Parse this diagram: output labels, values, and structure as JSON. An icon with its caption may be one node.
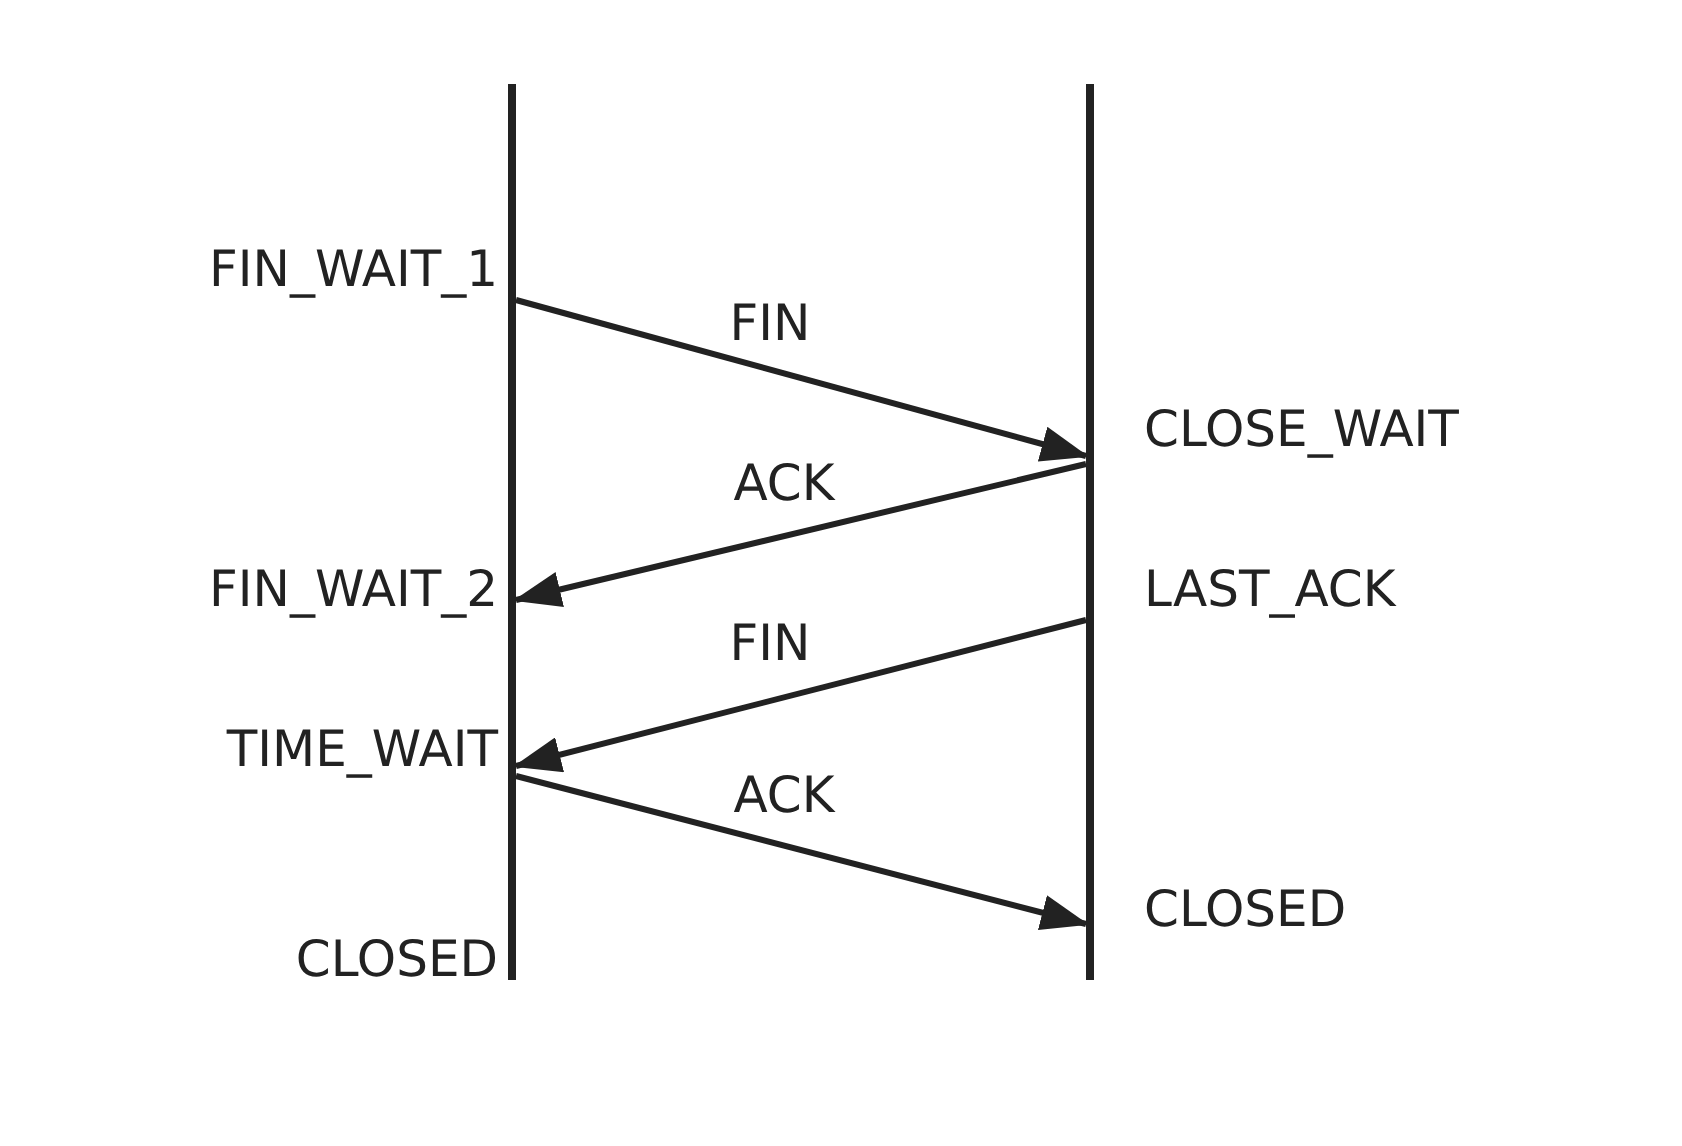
{
  "diagram": {
    "nodes": [
      {
        "text": [],
        "shape": "bar"
      },
      {
        "text": [],
        "shape": "bar"
      }
    ],
    "edges": [
      {
        "from": 0,
        "to": 1,
        "arrow": "to",
        "label": "FIN"
      },
      {
        "from": 1,
        "to": 0,
        "arrow": "to",
        "label": "ACK"
      },
      {
        "from": 1,
        "to": 0,
        "arrow": "to",
        "label": "FIN"
      },
      {
        "from": 0,
        "to": 1,
        "arrow": "to",
        "label": "ACK"
      }
    ],
    "labels": [
      "FIN_WAIT_1",
      "CLOSE_WAIT",
      "FIN_WAIT_2",
      "LAST_ACK",
      "TIME_WAIT",
      "CLOSED",
      "CLOSED"
    ]
  }
}
